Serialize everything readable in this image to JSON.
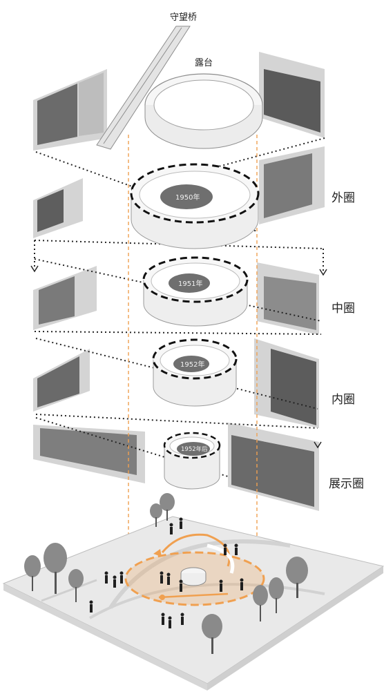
{
  "labels": {
    "bridge": "守望桥",
    "terrace": "露台",
    "outer_ring": "外圈",
    "middle_ring": "中圈",
    "inner_ring": "内圈",
    "exhibition_ring": "展示圈"
  },
  "years": {
    "outer": "1950年",
    "middle": "1951年",
    "inner": "1952年",
    "exhibition": "1952年后"
  },
  "colors": {
    "ring_fill": "#f4f4f4",
    "ring_stroke": "#9a9a9a",
    "year_disc": "#6f6f6f",
    "panel": "#d4d4d4",
    "accent_orange": "#f0a050",
    "ground": "#e9e9e9",
    "tree": "#8a8a8a",
    "figure": "#1f1f1f"
  }
}
